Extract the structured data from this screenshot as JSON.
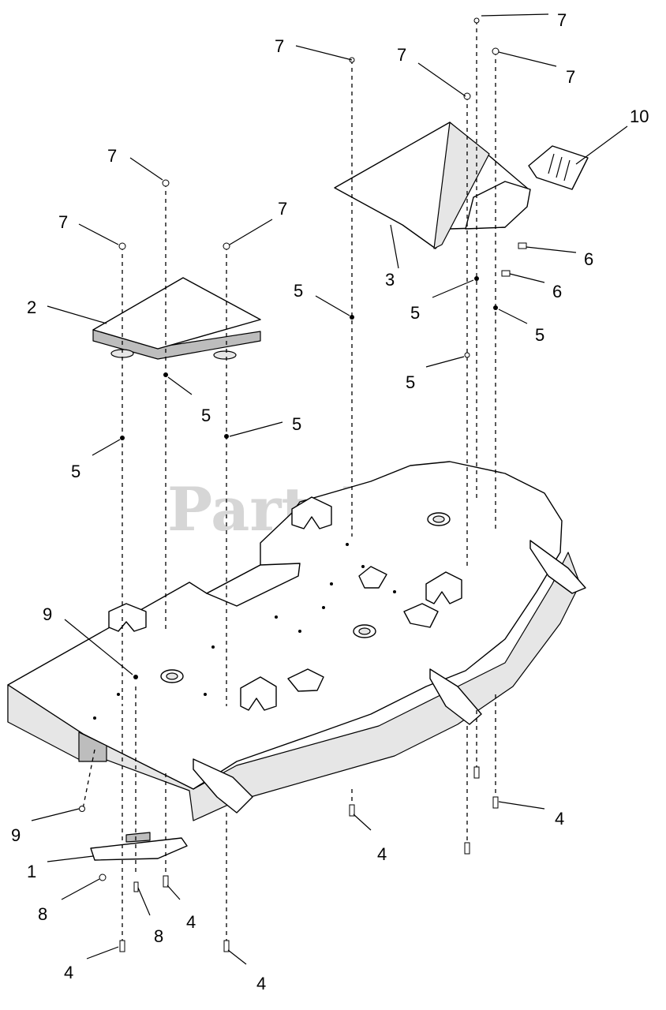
{
  "watermark": {
    "text": "PartsTree",
    "mark": "™"
  },
  "callouts": [
    {
      "id": "c-7a",
      "label": "7"
    },
    {
      "id": "c-7b",
      "label": "7"
    },
    {
      "id": "c-7c",
      "label": "7"
    },
    {
      "id": "c-7d",
      "label": "7"
    },
    {
      "id": "c-7e",
      "label": "7"
    },
    {
      "id": "c-7f",
      "label": "7"
    },
    {
      "id": "c-7g",
      "label": "7"
    },
    {
      "id": "c-10",
      "label": "10"
    },
    {
      "id": "c-6a",
      "label": "6"
    },
    {
      "id": "c-6b",
      "label": "6"
    },
    {
      "id": "c-3",
      "label": "3"
    },
    {
      "id": "c-2",
      "label": "2"
    },
    {
      "id": "c-5a",
      "label": "5"
    },
    {
      "id": "c-5b",
      "label": "5"
    },
    {
      "id": "c-5c",
      "label": "5"
    },
    {
      "id": "c-5d",
      "label": "5"
    },
    {
      "id": "c-5e",
      "label": "5"
    },
    {
      "id": "c-5f",
      "label": "5"
    },
    {
      "id": "c-5g",
      "label": "5"
    },
    {
      "id": "c-9a",
      "label": "9"
    },
    {
      "id": "c-9b",
      "label": "9"
    },
    {
      "id": "c-1",
      "label": "1"
    },
    {
      "id": "c-8a",
      "label": "8"
    },
    {
      "id": "c-8b",
      "label": "8"
    },
    {
      "id": "c-4a",
      "label": "4"
    },
    {
      "id": "c-4b",
      "label": "4"
    },
    {
      "id": "c-4c",
      "label": "4"
    },
    {
      "id": "c-4d",
      "label": "4"
    },
    {
      "id": "c-4e",
      "label": "4"
    }
  ]
}
